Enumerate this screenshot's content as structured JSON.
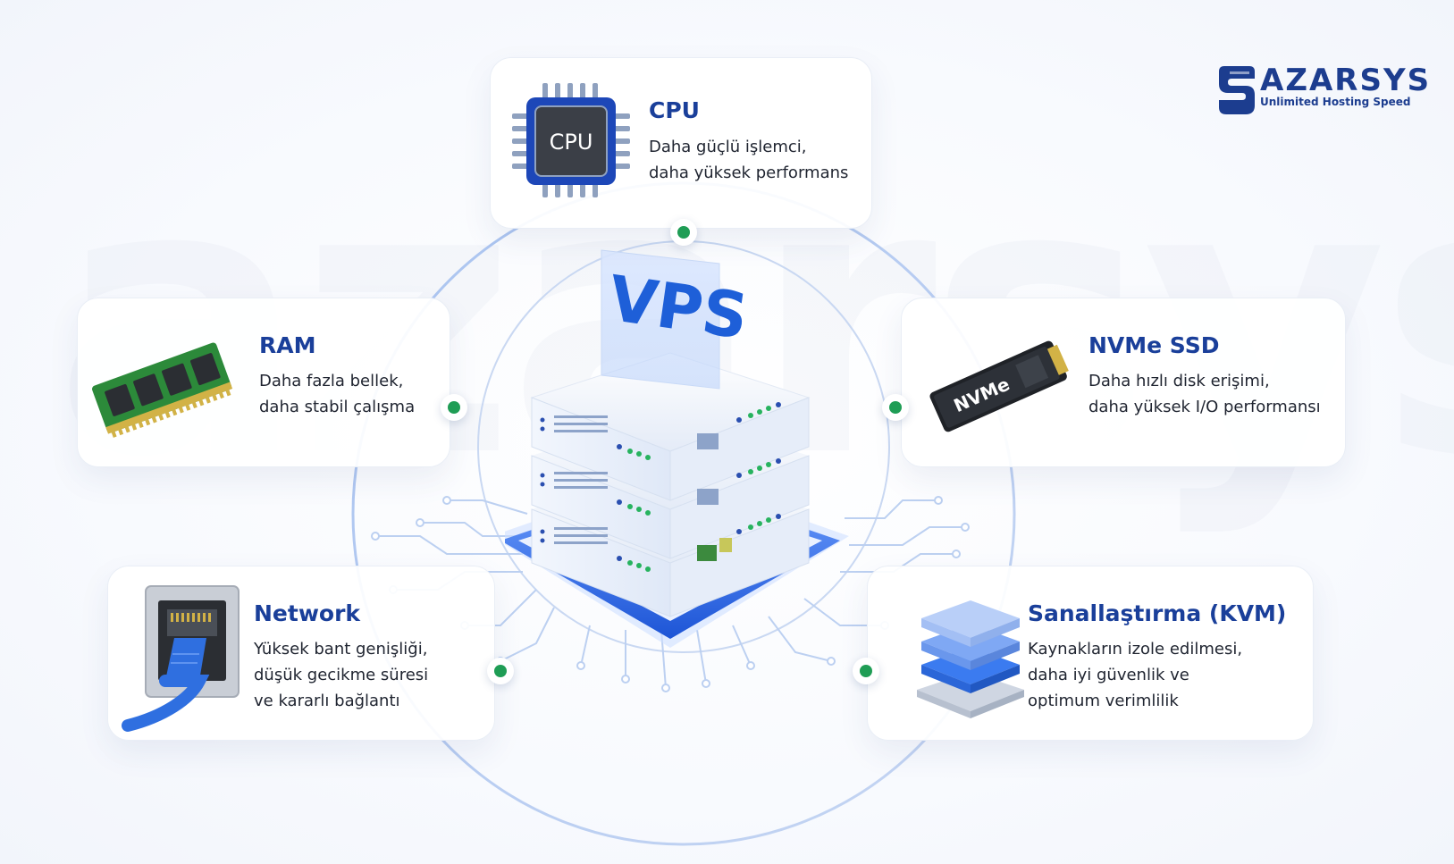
{
  "center": {
    "label": "VPS"
  },
  "logo": {
    "brand": "AZARSYS",
    "tagline": "Unlimited Hosting Speed"
  },
  "cards": {
    "cpu": {
      "icon": "cpu-chip-icon",
      "icon_text": "CPU",
      "title": "CPU",
      "lines": [
        "Daha güçlü işlemci,",
        "daha yüksek performans"
      ]
    },
    "ram": {
      "icon": "ram-module-icon",
      "title": "RAM",
      "lines": [
        "Daha fazla bellek,",
        "daha stabil çalışma"
      ]
    },
    "nvme": {
      "icon": "nvme-ssd-icon",
      "icon_text": "NVMe",
      "title": "NVMe SSD",
      "lines": [
        "Daha hızlı disk erişimi,",
        "daha yüksek I/O performansı"
      ]
    },
    "network": {
      "icon": "ethernet-cable-icon",
      "title": "Network",
      "lines": [
        "Yüksek bant genişliği,",
        "düşük gecikme süresi",
        "ve kararlı bağlantı"
      ]
    },
    "kvm": {
      "icon": "layers-icon",
      "title": "Sanallaştırma (KVM)",
      "lines": [
        "Kaynakların izole edilmesi,",
        "daha iyi güvenlik ve",
        "optimum verimlilik"
      ]
    }
  },
  "colors": {
    "title_blue": "#1a3f9a",
    "accent_blue": "#1e5fd8",
    "dot_green": "#1f9d55",
    "text_dark": "#1f2430"
  }
}
